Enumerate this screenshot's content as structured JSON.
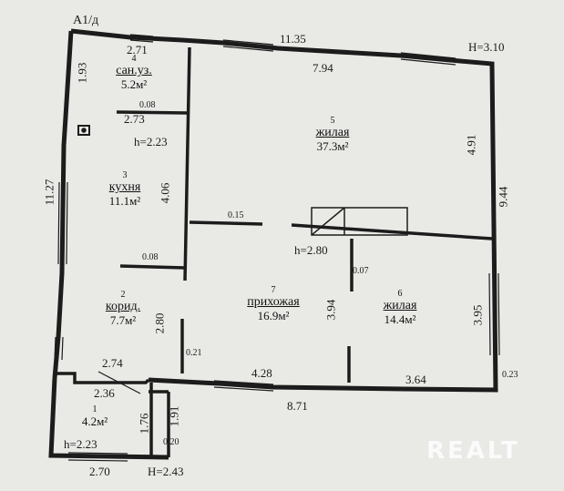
{
  "plan": {
    "title": "А1/д",
    "height_main": "H=3.10",
    "height_porch": "H=2.43",
    "watermark": "REALT",
    "rooms": [
      {
        "num": "4",
        "name": "сан.уз.",
        "area": "5.2м²"
      },
      {
        "num": "3",
        "name": "кухня",
        "area": "11.1м²"
      },
      {
        "num": "2",
        "name": "корид.",
        "area": "7.7м²"
      },
      {
        "num": "1",
        "name": "",
        "area": "4.2м²"
      },
      {
        "num": "5",
        "name": "жилая",
        "area": "37.3м²"
      },
      {
        "num": "7",
        "name": "прихожая",
        "area": "16.9м²"
      },
      {
        "num": "6",
        "name": "жилая",
        "area": "14.4м²"
      }
    ],
    "dims": {
      "top_total": "11.35",
      "top_left": "2.71",
      "top_room5": "7.94",
      "left_total": "11.27",
      "left_bath": "1.93",
      "bath_bottom": "2.73",
      "kitchen_height": "h=2.23",
      "kitchen_wall": "4.06",
      "room5_right": "4.91",
      "right_total": "9.44",
      "room5_height": "h=2.80",
      "corr_wall": "2.80",
      "hall_wall": "3.94",
      "room6_right": "3.95",
      "corr_bottom": "2.74",
      "hall_bottom": "4.28",
      "room6_bottom": "3.64",
      "bottom_total": "8.71",
      "porch_top": "2.36",
      "porch_right": "1.76",
      "porch_wall": "1.91",
      "porch_height": "h=2.23",
      "porch_bottom": "2.70",
      "t1": "0.08",
      "t2": "0.08",
      "t3": "0.15",
      "t4": "0.07",
      "t5": "0.21",
      "t6": "0.23",
      "t7": "0.20"
    }
  }
}
